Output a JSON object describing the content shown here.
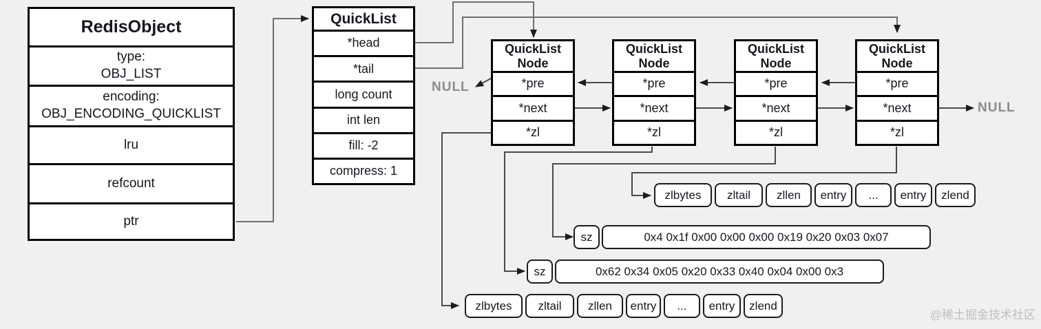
{
  "redis_object": {
    "title": "RedisObject",
    "rows": [
      {
        "lines": [
          "type:",
          "OBJ_LIST"
        ]
      },
      {
        "lines": [
          "encoding:",
          "OBJ_ENCODING_QUICKLIST"
        ]
      },
      {
        "lines": [
          "lru"
        ]
      },
      {
        "lines": [
          "refcount"
        ]
      },
      {
        "lines": [
          "ptr"
        ]
      }
    ]
  },
  "quicklist": {
    "title": "QuickList",
    "fields": [
      "*head",
      "*tail",
      "long count",
      "int len",
      "fill: -2",
      "compress: 1"
    ]
  },
  "node": {
    "title_line1": "QuickList",
    "title_line2": "Node",
    "fields": [
      "*pre",
      "*next",
      "*zl"
    ]
  },
  "labels": {
    "null_left": "NULL",
    "null_right": "NULL"
  },
  "ziplist_top": {
    "cells": [
      "zlbytes",
      "zltail",
      "zllen",
      "entry",
      "...",
      "entry",
      "zlend"
    ]
  },
  "ziplist_bottom": {
    "cells": [
      "zlbytes",
      "zltail",
      "zllen",
      "entry",
      "...",
      "entry",
      "zlend"
    ]
  },
  "sz_rows": [
    {
      "label": "sz",
      "value": "0x4 0x1f 0x00 0x00 0x00 0x19 0x20 0x03 0x07"
    },
    {
      "label": "sz",
      "value": "0x62 0x34 0x05 0x20 0x33 0x40 0x04 0x00 0x3"
    }
  ],
  "watermark": "@稀土掘金技术社区",
  "colors": {
    "background": "#f0f0f0",
    "box_fill": "#ffffff",
    "box_border": "#000000",
    "connector": "#4a4a4a",
    "null_text": "#8c8c8c",
    "watermark_text": "#bfbfbf"
  }
}
